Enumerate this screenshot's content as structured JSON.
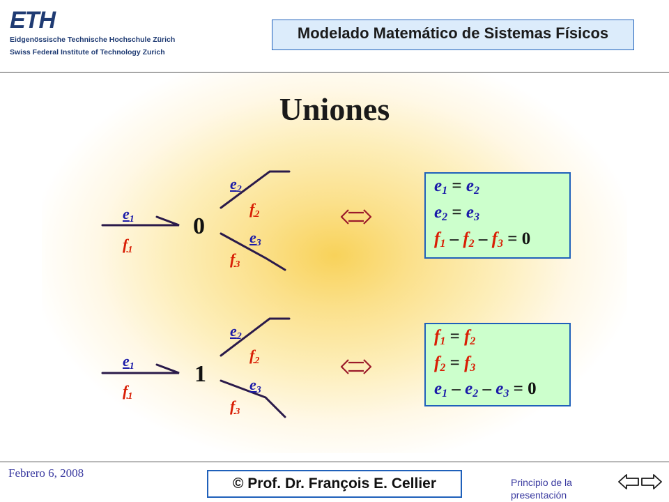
{
  "header": {
    "logo_text": "ETH",
    "institution_line1": "Eidgenössische Technische Hochschule Zürich",
    "institution_line2": "Swiss Federal Institute of Technology Zurich",
    "course_title": "Modelado Matemático de Sistemas Físicos"
  },
  "slide": {
    "title": "Uniones"
  },
  "junctions": [
    {
      "type_label": "0",
      "bond1": {
        "effort": "e",
        "effort_sub": "1",
        "flow": "f",
        "flow_sub": "1"
      },
      "bond2": {
        "effort": "e",
        "effort_sub": "2",
        "flow": "f",
        "flow_sub": "2"
      },
      "bond3": {
        "effort": "e",
        "effort_sub": "3",
        "flow": "f",
        "flow_sub": "3"
      },
      "equivalence_symbol": "⇔",
      "equations": [
        {
          "a": "e",
          "a_sub": "1",
          "op": "=",
          "b": "e",
          "b_sub": "2"
        },
        {
          "a": "e",
          "a_sub": "2",
          "op": "=",
          "b": "e",
          "b_sub": "3"
        },
        {
          "t1": "f",
          "t1_sub": "1",
          "m1": "–",
          "t2": "f",
          "t2_sub": "2",
          "m2": "–",
          "t3": "f",
          "t3_sub": "3",
          "eq": "= 0"
        }
      ]
    },
    {
      "type_label": "1",
      "bond1": {
        "effort": "e",
        "effort_sub": "1",
        "flow": "f",
        "flow_sub": "1"
      },
      "bond2": {
        "effort": "e",
        "effort_sub": "2",
        "flow": "f",
        "flow_sub": "2"
      },
      "bond3": {
        "effort": "e",
        "effort_sub": "3",
        "flow": "f",
        "flow_sub": "3"
      },
      "equivalence_symbol": "⇔",
      "equations": [
        {
          "a": "f",
          "a_sub": "1",
          "op": "=",
          "b": "f",
          "b_sub": "2"
        },
        {
          "a": "f",
          "a_sub": "2",
          "op": "=",
          "b": "f",
          "b_sub": "3"
        },
        {
          "t1": "e",
          "t1_sub": "1",
          "m1": "–",
          "t2": "e",
          "t2_sub": "2",
          "m2": "–",
          "t3": "e",
          "t3_sub": "3",
          "eq": "= 0"
        }
      ]
    }
  ],
  "footer": {
    "date": "Febrero 6, 2008",
    "author": "© Prof. Dr. François E. Cellier",
    "nav_label": "Principio de la presentación",
    "nav_icons": [
      "arrow-left-icon",
      "arrow-right-icon"
    ]
  },
  "colors": {
    "effort": "#1a1aa8",
    "flow": "#d81e05",
    "bond_line": "#2a1a4a",
    "equation_box": "#ccffcc",
    "box_border": "#1f60ba",
    "title_box": "#dcecfb"
  }
}
